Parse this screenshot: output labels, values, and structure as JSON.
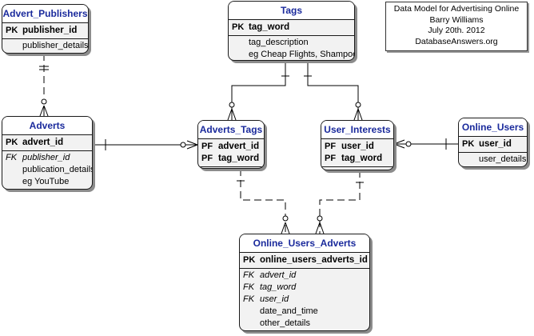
{
  "note": {
    "lines": [
      "Data Model for Advertising Online",
      "Barry Williams",
      "July 20th. 2012",
      "DatabaseAnswers.org"
    ]
  },
  "entities": {
    "advert_publishers": {
      "title": "Advert_Publishers",
      "rows": [
        {
          "key": "PK",
          "name": "publisher_id"
        },
        {
          "key": "",
          "name": "publisher_details"
        }
      ]
    },
    "adverts": {
      "title": "Adverts",
      "rows": [
        {
          "key": "PK",
          "name": "advert_id"
        },
        {
          "key": "FK",
          "name": "publisher_id"
        },
        {
          "key": "",
          "name": "publication_details"
        },
        {
          "key": "",
          "name": "eg YouTube"
        }
      ]
    },
    "tags": {
      "title": "Tags",
      "rows": [
        {
          "key": "PK",
          "name": "tag_word"
        },
        {
          "key": "",
          "name": "tag_description"
        },
        {
          "key": "",
          "name": "eg Cheap Flights, Shampoo"
        }
      ]
    },
    "adverts_tags": {
      "title": "Adverts_Tags",
      "rows": [
        {
          "key": "PF",
          "name": "advert_id"
        },
        {
          "key": "PF",
          "name": "tag_word"
        }
      ]
    },
    "user_interests": {
      "title": "User_Interests",
      "rows": [
        {
          "key": "PF",
          "name": "user_id"
        },
        {
          "key": "PF",
          "name": "tag_word"
        }
      ]
    },
    "online_users": {
      "title": "Online_Users",
      "rows": [
        {
          "key": "PK",
          "name": "user_id"
        },
        {
          "key": "",
          "name": "user_details"
        }
      ]
    },
    "online_users_adverts": {
      "title": "Online_Users_Adverts",
      "rows": [
        {
          "key": "PK",
          "name": "online_users_adverts_id"
        },
        {
          "key": "FK",
          "name": "advert_id"
        },
        {
          "key": "FK",
          "name": "tag_word"
        },
        {
          "key": "FK",
          "name": "user_id"
        },
        {
          "key": "",
          "name": "date_and_time"
        },
        {
          "key": "",
          "name": "other_details"
        }
      ]
    }
  }
}
